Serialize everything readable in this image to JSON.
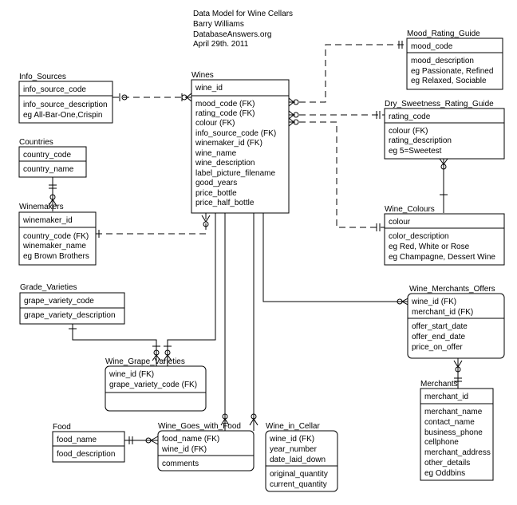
{
  "header": {
    "lines": [
      "Data Model for Wine Cellars",
      "Barry Williams",
      "DatabaseAnswers.org",
      "April 29th. 2011"
    ]
  },
  "entities": {
    "wines": {
      "title": "Wines",
      "key": [
        "wine_id"
      ],
      "attrs": [
        "mood_code (FK)",
        "rating_code (FK)",
        "colour (FK)",
        "info_source_code (FK)",
        "winemaker_id (FK)",
        "wine_name",
        "wine_description",
        "label_picture_filename",
        "good_years",
        "price_bottle",
        "price_half_bottle"
      ]
    },
    "info_sources": {
      "title": "Info_Sources",
      "key": [
        "info_source_code"
      ],
      "attrs": [
        "info_source_description",
        "eg All-Bar-One,Crispin"
      ]
    },
    "countries": {
      "title": "Countries",
      "key": [
        "country_code"
      ],
      "attrs": [
        "country_name"
      ]
    },
    "winemakers": {
      "title": "Winemakers",
      "key": [
        "winemaker_id"
      ],
      "attrs": [
        "country_code (FK)",
        "winemaker_name",
        "eg Brown Brothers"
      ]
    },
    "mood_rating_guide": {
      "title": "Mood_Rating_Guide",
      "key": [
        "mood_code"
      ],
      "attrs": [
        "mood_description",
        "eg Passionate, Refined",
        "eg Relaxed, Sociable"
      ]
    },
    "dry_sweetness": {
      "title": "Dry_Sweetness_Rating_Guide",
      "key": [
        "rating_code"
      ],
      "attrs": [
        "colour (FK)",
        "rating_description",
        "eg 5=Sweetest"
      ]
    },
    "wine_colours": {
      "title": "Wine_Colours",
      "key": [
        "colour"
      ],
      "attrs": [
        "color_description",
        "eg Red, White or Rose",
        "eg Champagne, Dessert Wine"
      ]
    },
    "grade_varieties": {
      "title": "Grade_Varieties",
      "key": [
        "grape_variety_code"
      ],
      "attrs": [
        "grape_variety_description"
      ]
    },
    "wine_grape_varieties": {
      "title": "Wine_Grape_Varieties",
      "key": [
        "wine_id (FK)",
        "grape_variety_code (FK)"
      ],
      "attrs": []
    },
    "wine_merchants_offers": {
      "title": "Wine_Merchants_Offers",
      "key": [
        "wine_id (FK)",
        "merchant_id (FK)"
      ],
      "attrs": [
        "offer_start_date",
        "offer_end_date",
        "price_on_offer"
      ]
    },
    "merchants": {
      "title": "Merchants",
      "key": [
        "merchant_id"
      ],
      "attrs": [
        "merchant_name",
        "contact_name",
        "business_phone",
        "cellphone",
        "merchant_address",
        "other_details",
        "eg Oddbins"
      ]
    },
    "food": {
      "title": "Food",
      "key": [
        "food_name"
      ],
      "attrs": [
        "food_description"
      ]
    },
    "wine_goes_with_food": {
      "title": "Wine_Goes_with_Food",
      "key": [
        "food_name (FK)",
        "wine_id (FK)"
      ],
      "attrs": [
        "comments"
      ]
    },
    "wine_in_cellar": {
      "title": "Wine_in_Cellar",
      "key": [
        "wine_id (FK)",
        "year_number",
        "date_laid_down"
      ],
      "attrs": [
        "original_quantity",
        "current_quantity"
      ]
    }
  }
}
